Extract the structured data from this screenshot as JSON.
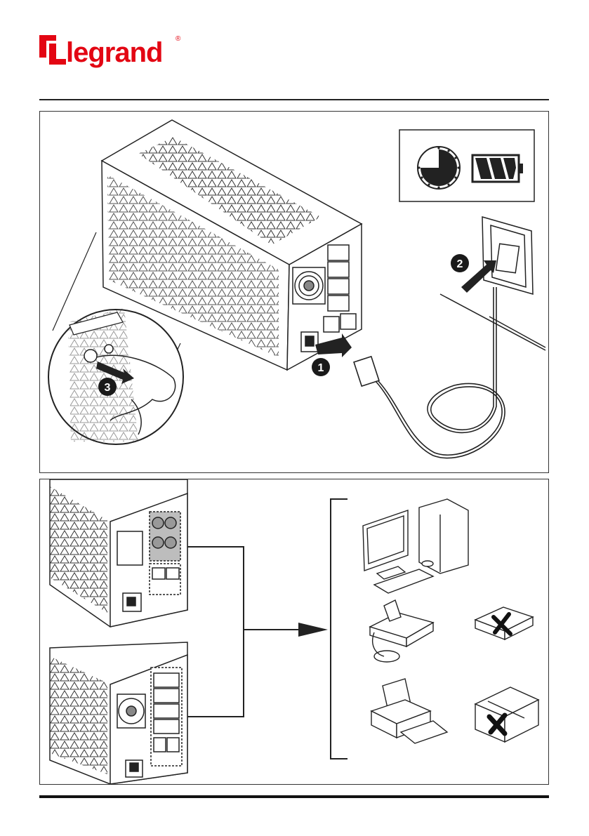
{
  "header": {
    "brand": "legrand",
    "registered_mark": "®",
    "brand_color": "#e30613"
  },
  "setup_panel": {
    "steps": [
      {
        "number": "1"
      },
      {
        "number": "2"
      },
      {
        "number": "3"
      }
    ],
    "icons": [
      "clock-icon",
      "battery-charging-icon"
    ]
  },
  "outlets_panel": {
    "icons": [
      "desktop-computer-icon",
      "fax-machine-icon",
      "router-not-allowed-icon",
      "printer-icon",
      "laser-printer-not-allowed-icon"
    ]
  },
  "colors": {
    "line": "#222222",
    "step_badge": "#1a1a1a",
    "surge_outlet_fill": "#bdbdbd"
  }
}
